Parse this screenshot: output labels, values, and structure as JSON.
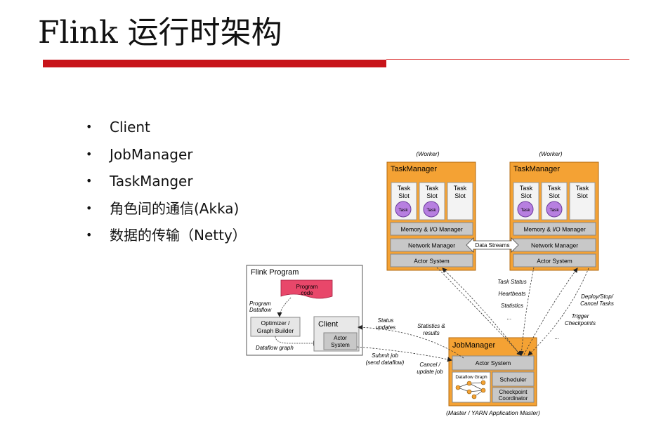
{
  "title": "Flink 运行时架构",
  "bullets": [
    "Client",
    "JobManager",
    "TaskManger",
    "角色间的通信(Akka)",
    "数据的传输（Netty）"
  ],
  "colors": {
    "accent_red": "#c8141a",
    "manager_orange": "#f4a234",
    "slot_purple": "#b77fe0",
    "box_gray": "#c8c8c8"
  },
  "diagram": {
    "worker_label": "(Worker)",
    "taskmanager": {
      "title": "TaskManager",
      "slot_line1": "Task",
      "slot_line2": "Slot",
      "task": "Task",
      "memory": "Memory & I/O Manager",
      "network": "Network Manager",
      "actor": "Actor System"
    },
    "data_streams": "Data Streams",
    "flink_program": {
      "title": "Flink Program",
      "program_code_1": "Program",
      "program_code_2": "code",
      "program_dataflow_1": "Program",
      "program_dataflow_2": "Dataflow",
      "optimizer_1": "Optimizer /",
      "optimizer_2": "Graph Builder",
      "dataflow_graph": "Dataflow graph",
      "client": "Client",
      "actor_1": "Actor",
      "actor_2": "System"
    },
    "arrow_labels": {
      "status_updates_1": "Status",
      "status_updates_2": "updates",
      "stats_results_1": "Statistics &",
      "stats_results_2": "results",
      "submit_job_1": "Submit job",
      "submit_job_2": "(send dataflow)",
      "cancel_update_1": "Cancel /",
      "cancel_update_2": "update job",
      "task_status": "Task Status",
      "heartbeats": "Heartbeats",
      "statistics": "Statistics",
      "ellipsis": "...",
      "deploy_1": "Deploy/Stop/",
      "deploy_2": "Cancel Tasks",
      "trigger_1": "Trigger",
      "trigger_2": "Checkpoints"
    },
    "jobmanager": {
      "title": "JobManager",
      "actor": "Actor System",
      "dataflow_graph": "Dataflow Graph",
      "scheduler": "Scheduler",
      "checkpoint_1": "Checkpoint",
      "checkpoint_2": "Coordinator",
      "caption": "(Master / YARN Application Master)"
    }
  }
}
